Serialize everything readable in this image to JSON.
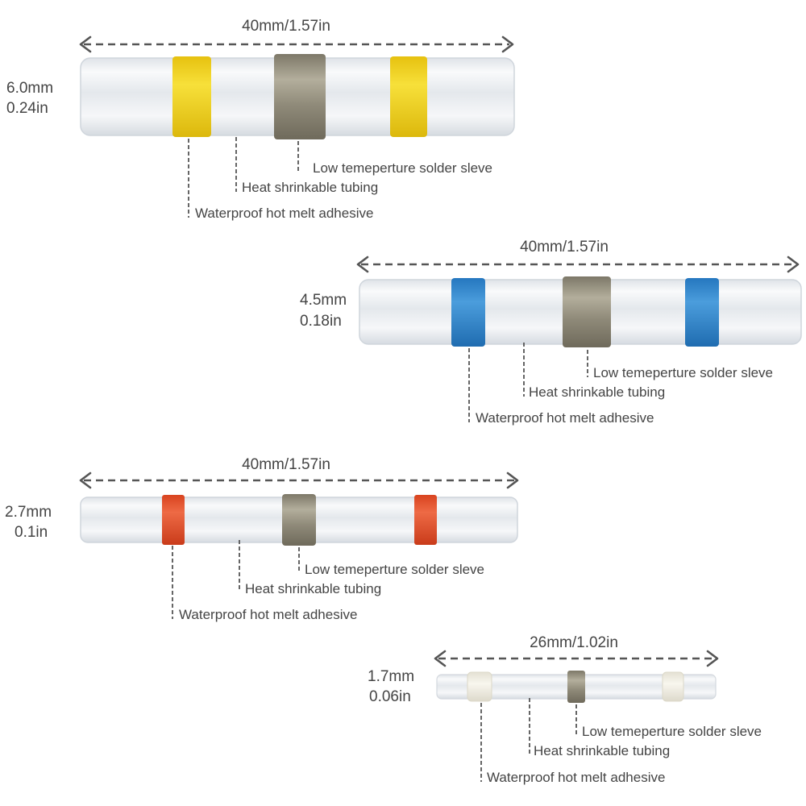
{
  "colors": {
    "yellow_band": "#f2d31c",
    "blue_band": "#2f86cf",
    "red_band": "#e2532f",
    "clear_band": "#f1efe6",
    "solder": "#9c9786",
    "tube": "#eef1f4",
    "line": "#555555",
    "text": "#444444"
  },
  "connectors": [
    {
      "id": "yellow",
      "length_label": "40mm/1.57in",
      "diameter_mm": "6.0mm",
      "diameter_in": "0.24in",
      "band_color": "yellow",
      "labels": {
        "solder": "Low temeperture solder sleve",
        "tubing": "Heat shrinkable tubing",
        "adhesive": "Waterproof hot melt adhesive"
      }
    },
    {
      "id": "blue",
      "length_label": "40mm/1.57in",
      "diameter_mm": "4.5mm",
      "diameter_in": "0.18in",
      "band_color": "blue",
      "labels": {
        "solder": "Low temeperture solder sleve",
        "tubing": "Heat shrinkable tubing",
        "adhesive": "Waterproof hot melt adhesive"
      }
    },
    {
      "id": "red",
      "length_label": "40mm/1.57in",
      "diameter_mm": "2.7mm",
      "diameter_in": "0.1in",
      "band_color": "red",
      "labels": {
        "solder": "Low temeperture solder sleve",
        "tubing": "Heat shrinkable tubing",
        "adhesive": "Waterproof hot melt adhesive"
      }
    },
    {
      "id": "clear",
      "length_label": "26mm/1.02in",
      "diameter_mm": "1.7mm",
      "diameter_in": "0.06in",
      "band_color": "clear",
      "labels": {
        "solder": "Low temeperture solder sleve",
        "tubing": "Heat shrinkable tubing",
        "adhesive": "Waterproof hot melt adhesive"
      }
    }
  ]
}
